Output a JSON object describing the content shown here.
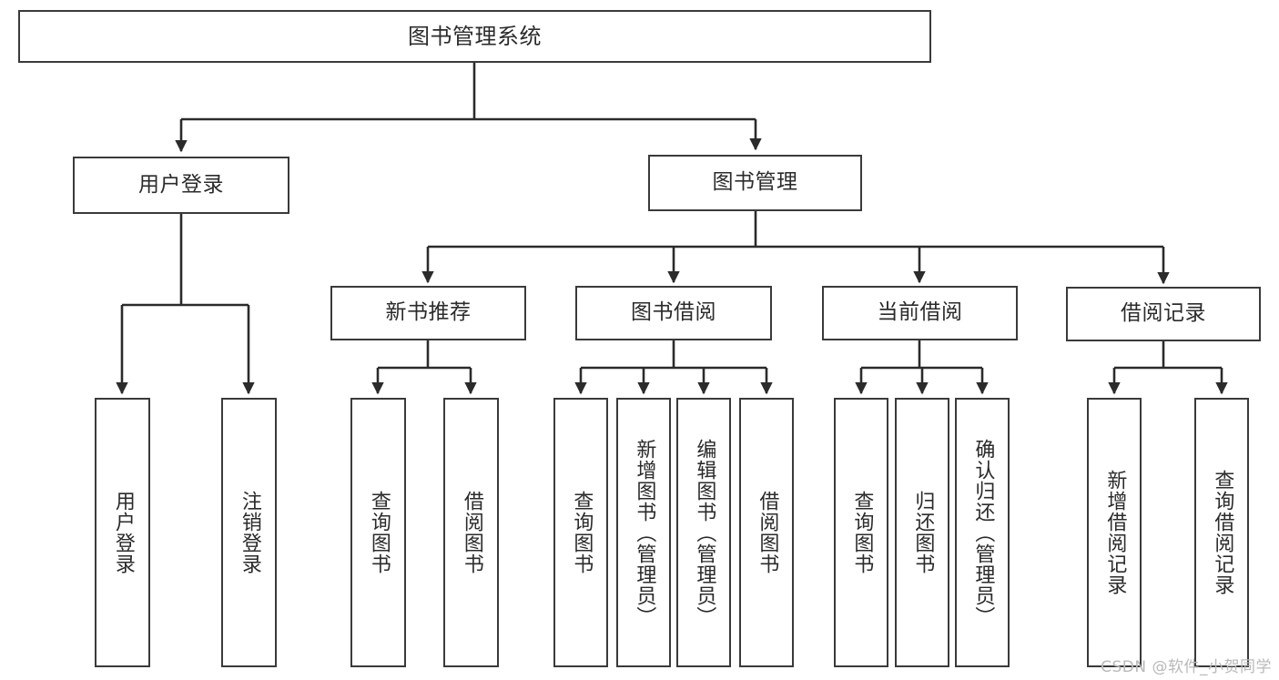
{
  "diagram": {
    "title": "图书管理系统",
    "type": "tree-hierarchy",
    "watermark": "CSDN @软件_小贺同学",
    "colors": {
      "box_border": "#3a3a3a",
      "box_fill": "#ffffff",
      "line": "#2b2b2b",
      "text": "#2b2b2b",
      "watermark": "#b9b9b9"
    },
    "nodes": {
      "root": {
        "label": "图书管理系统"
      },
      "level1": [
        {
          "id": "user-login",
          "label": "用户登录"
        },
        {
          "id": "book-manage",
          "label": "图书管理"
        }
      ],
      "level2": [
        {
          "id": "new-book-recommend",
          "label": "新书推荐"
        },
        {
          "id": "book-borrow",
          "label": "图书借阅"
        },
        {
          "id": "current-borrow",
          "label": "当前借阅"
        },
        {
          "id": "borrow-record",
          "label": "借阅记录"
        }
      ],
      "leaves": {
        "user_login": [
          {
            "id": "leaf-user-login",
            "label": "用户登录"
          },
          {
            "id": "leaf-logout-login",
            "label": "注销登录"
          }
        ],
        "new_book_recommend": [
          {
            "id": "leaf-query-book-1",
            "label": "查询图书"
          },
          {
            "id": "leaf-borrow-book-1",
            "label": "借阅图书"
          }
        ],
        "book_borrow": [
          {
            "id": "leaf-query-book-2",
            "label": "查询图书"
          },
          {
            "id": "leaf-add-book",
            "label": "新增图书（管理员）"
          },
          {
            "id": "leaf-edit-book",
            "label": "编辑图书（管理员）"
          },
          {
            "id": "leaf-borrow-book-2",
            "label": "借阅图书"
          }
        ],
        "current_borrow": [
          {
            "id": "leaf-query-book-3",
            "label": "查询图书"
          },
          {
            "id": "leaf-return-book",
            "label": "归还图书"
          },
          {
            "id": "leaf-confirm-return",
            "label": "确认归还（管理员）"
          }
        ],
        "borrow_record": [
          {
            "id": "leaf-add-record",
            "label": "新增借阅记录"
          },
          {
            "id": "leaf-query-record",
            "label": "查询借阅记录"
          }
        ]
      }
    }
  }
}
